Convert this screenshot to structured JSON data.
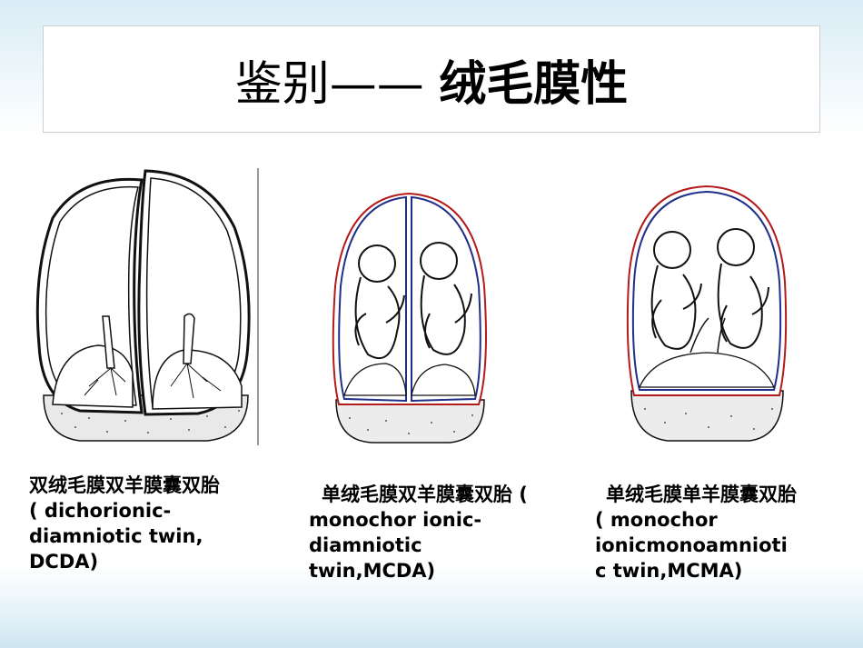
{
  "title": {
    "part1": "鉴别—— ",
    "part2": "绒毛膜性"
  },
  "figures": [
    {
      "caption_lines": [
        "双绒毛膜双羊膜囊双胎",
        "( dichorionic-",
        "diamniotic twin,",
        "DCDA)"
      ]
    },
    {
      "caption_lines": [
        "单绒毛膜双羊膜囊双胎 (",
        "monochor ionic-",
        "diamniotic",
        "twin,MCDA)"
      ]
    },
    {
      "caption_lines": [
        "单绒毛膜单羊膜囊双胎",
        "( monochor",
        "ionicmonoamnioti",
        "c twin,MCMA)"
      ]
    }
  ],
  "colors": {
    "chorion_red": "#b31b1b",
    "amnion_blue": "#1f2f8a",
    "outline": "#111111"
  }
}
